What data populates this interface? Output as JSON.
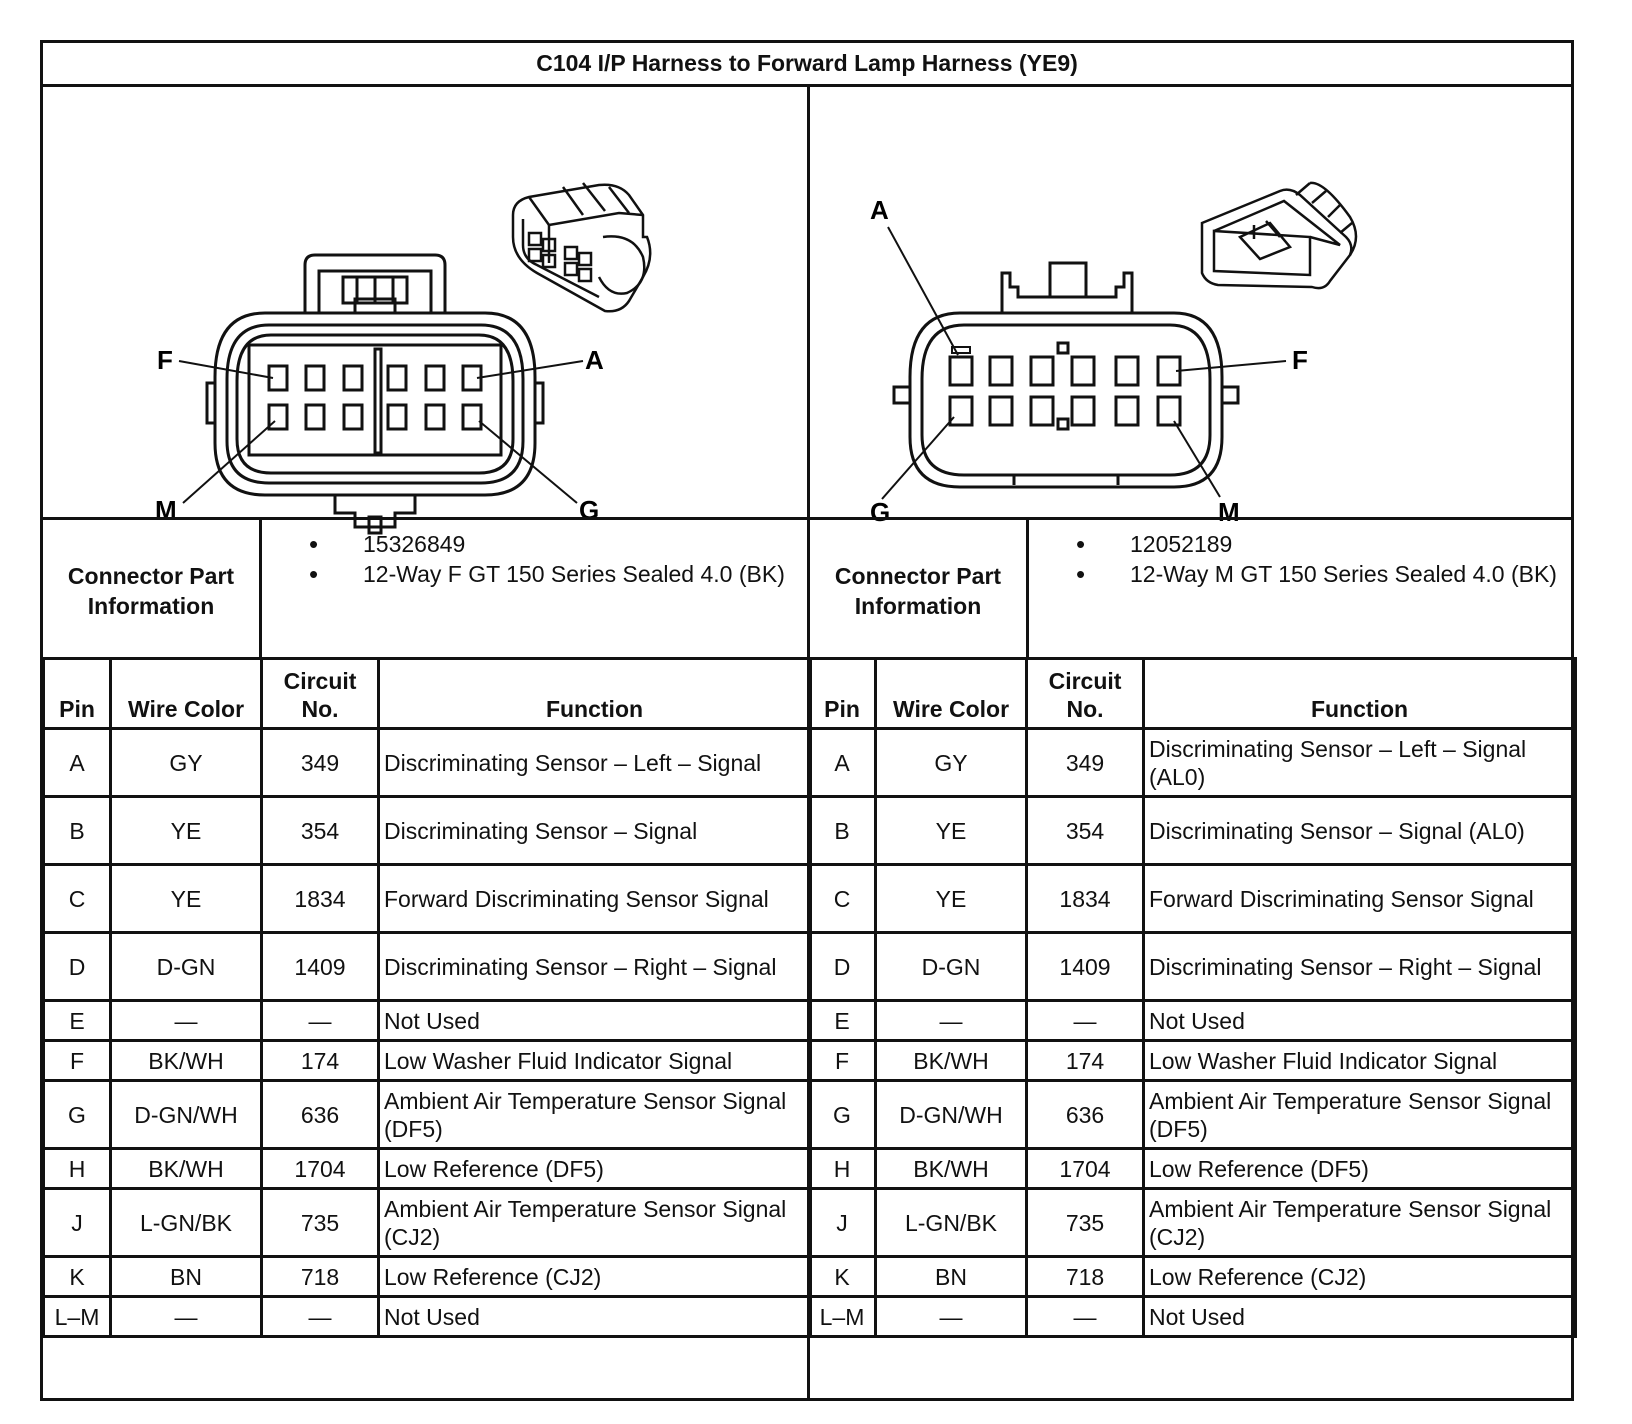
{
  "title": "C104 I/P Harness to Forward Lamp Harness (YE9)",
  "left": {
    "pin_labels": {
      "top_left": "F",
      "top_right": "A",
      "bottom_left": "M",
      "bottom_right": "G"
    },
    "info_label": "Connector Part Information",
    "info_items": [
      "15326849",
      "12-Way F GT 150 Series Sealed 4.0 (BK)"
    ]
  },
  "right": {
    "pin_labels": {
      "top_left": "A",
      "top_right": "F",
      "bottom_left": "G",
      "bottom_right": "M"
    },
    "info_label": "Connector Part Information",
    "info_items": [
      "12052189",
      "12-Way M GT 150 Series Sealed 4.0 (BK)"
    ]
  },
  "headers": {
    "pin": "Pin",
    "wire_color": "Wire Color",
    "circuit": "Circuit No.",
    "function": "Function"
  },
  "left_rows": [
    {
      "pin": "A",
      "wire": "GY",
      "circuit": "349",
      "function": "Discriminating Sensor – Left – Signal"
    },
    {
      "pin": "B",
      "wire": "YE",
      "circuit": "354",
      "function": "Discriminating Sensor – Signal"
    },
    {
      "pin": "C",
      "wire": "YE",
      "circuit": "1834",
      "function": "Forward Discriminating Sensor Signal"
    },
    {
      "pin": "D",
      "wire": "D-GN",
      "circuit": "1409",
      "function": "Discriminating Sensor – Right – Signal"
    },
    {
      "pin": "E",
      "wire": "—",
      "circuit": "—",
      "function": "Not Used"
    },
    {
      "pin": "F",
      "wire": "BK/WH",
      "circuit": "174",
      "function": "Low Washer Fluid Indicator Signal"
    },
    {
      "pin": "G",
      "wire": "D-GN/WH",
      "circuit": "636",
      "function": "Ambient Air Temperature Sensor Signal (DF5)"
    },
    {
      "pin": "H",
      "wire": "BK/WH",
      "circuit": "1704",
      "function": "Low Reference (DF5)"
    },
    {
      "pin": "J",
      "wire": "L-GN/BK",
      "circuit": "735",
      "function": "Ambient Air Temperature Sensor Signal (CJ2)"
    },
    {
      "pin": "K",
      "wire": "BN",
      "circuit": "718",
      "function": "Low Reference (CJ2)"
    },
    {
      "pin": "L–M",
      "wire": "—",
      "circuit": "—",
      "function": "Not Used"
    }
  ],
  "right_rows": [
    {
      "pin": "A",
      "wire": "GY",
      "circuit": "349",
      "function": "Discriminating Sensor – Left – Signal (AL0)"
    },
    {
      "pin": "B",
      "wire": "YE",
      "circuit": "354",
      "function": "Discriminating Sensor – Signal (AL0)"
    },
    {
      "pin": "C",
      "wire": "YE",
      "circuit": "1834",
      "function": "Forward Discriminating Sensor Signal"
    },
    {
      "pin": "D",
      "wire": "D-GN",
      "circuit": "1409",
      "function": "Discriminating Sensor – Right – Signal"
    },
    {
      "pin": "E",
      "wire": "—",
      "circuit": "—",
      "function": "Not Used"
    },
    {
      "pin": "F",
      "wire": "BK/WH",
      "circuit": "174",
      "function": "Low Washer Fluid Indicator Signal"
    },
    {
      "pin": "G",
      "wire": "D-GN/WH",
      "circuit": "636",
      "function": "Ambient Air Temperature Sensor Signal (DF5)"
    },
    {
      "pin": "H",
      "wire": "BK/WH",
      "circuit": "1704",
      "function": "Low Reference (DF5)"
    },
    {
      "pin": "J",
      "wire": "L-GN/BK",
      "circuit": "735",
      "function": "Ambient Air Temperature Sensor Signal (CJ2)"
    },
    {
      "pin": "K",
      "wire": "BN",
      "circuit": "718",
      "function": "Low Reference (CJ2)"
    },
    {
      "pin": "L–M",
      "wire": "—",
      "circuit": "—",
      "function": "Not Used"
    }
  ]
}
